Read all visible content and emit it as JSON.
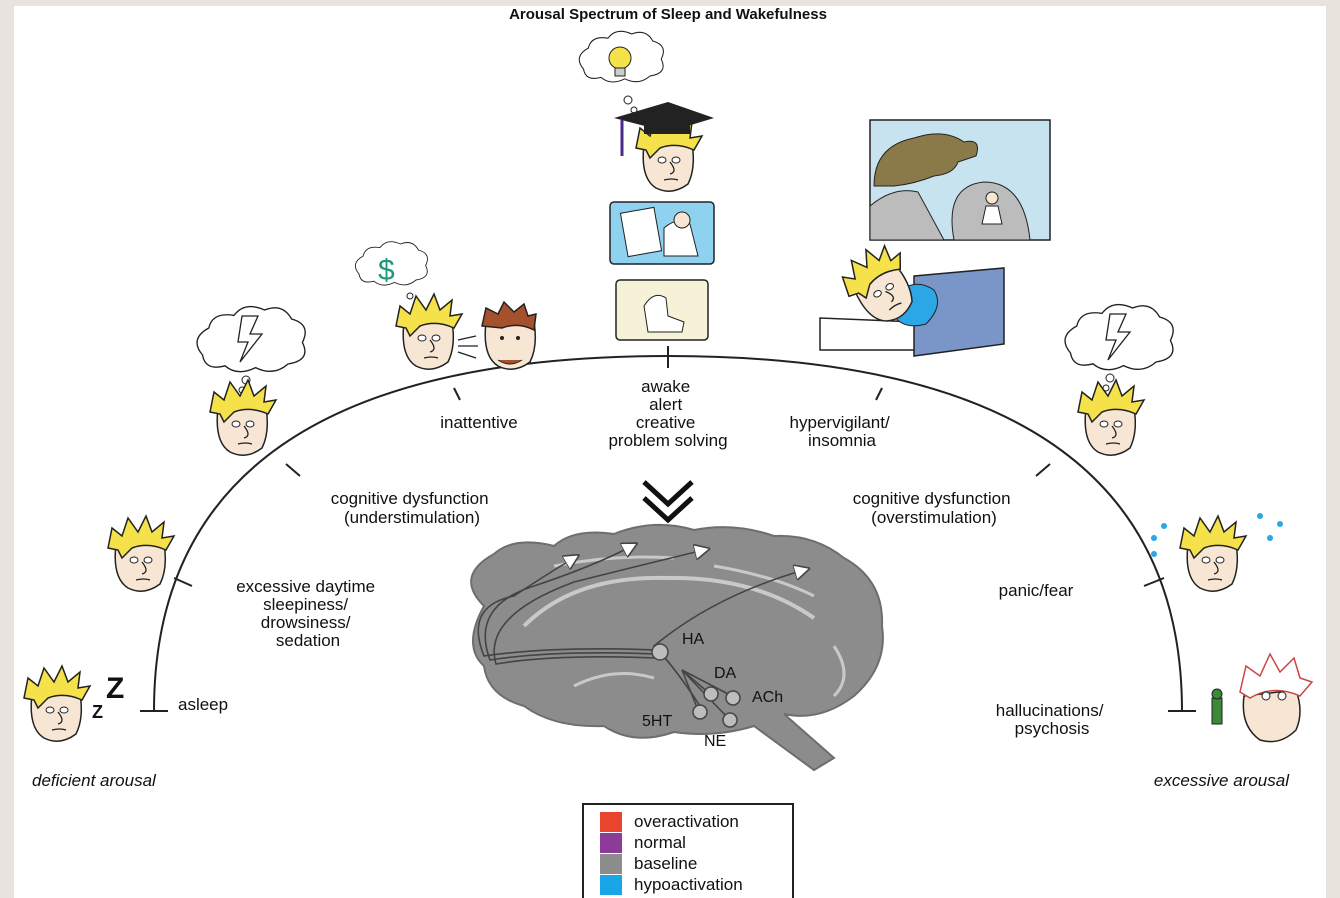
{
  "title": "Arousal Spectrum of Sleep and Wakefulness",
  "stages": {
    "asleep": "asleep",
    "sleepiness": [
      "excessive daytime",
      "sleepiness/",
      "drowsiness/",
      "sedation"
    ],
    "cog_under": [
      "cognitive dysfunction",
      "(understimulation)"
    ],
    "inattentive": "inattentive",
    "awake": [
      "awake",
      "alert",
      "creative",
      "problem solving"
    ],
    "hypervigilant": [
      "hypervigilant/",
      "insomnia"
    ],
    "cog_over": [
      "cognitive dysfunction",
      "(overstimulation)"
    ],
    "panic": "panic/fear",
    "hallucinations": [
      "hallucinations/",
      "psychosis"
    ]
  },
  "axis": {
    "left": "deficient arousal",
    "right": "excessive arousal"
  },
  "neurotransmitters": {
    "ha": "HA",
    "da": "DA",
    "ach": "ACh",
    "fivehtt": "5HT",
    "ne": "NE"
  },
  "icons": {
    "money": "$",
    "sleep_z": "Z"
  },
  "legend": [
    {
      "label": "overactivation",
      "color": "#e8452c"
    },
    {
      "label": "normal",
      "color": "#8e3a9a"
    },
    {
      "label": "baseline",
      "color": "#8d8d8d"
    },
    {
      "label": "hypoactivation",
      "color": "#1aa6e6"
    }
  ],
  "colors": {
    "brain": "#8c8c8c",
    "hair": "#f5e14a",
    "skin": "#f7e6d3"
  }
}
